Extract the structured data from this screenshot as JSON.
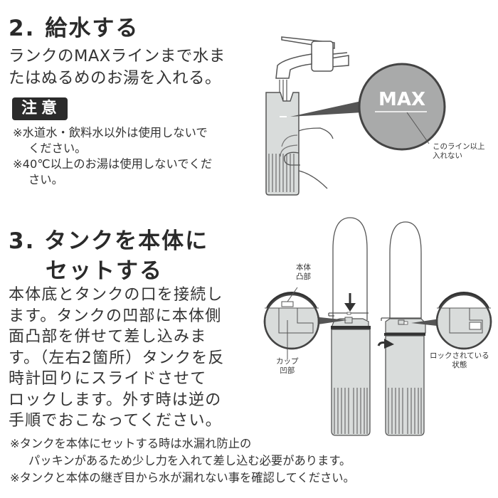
{
  "section2": {
    "number": "2.",
    "title": "給水する",
    "lead_lines": [
      "ランクのMAXラインまで水ま",
      "たはぬるめのお湯を入れる。"
    ],
    "caution_badge": "注意",
    "notes": [
      {
        "line1": "※水道水・飲料水以外は使用しないで",
        "line2": "ください。"
      },
      {
        "line1": "※40℃以上のお湯は使用しないでくだ",
        "line2": "さい。"
      }
    ],
    "illustration": {
      "max_label": "MAX",
      "max_callout_lines": [
        "このライン以上",
        "入れない"
      ]
    }
  },
  "section3": {
    "number": "3.",
    "title_line1": "タンクを本体に",
    "title_line2": "セットする",
    "body_lines": [
      "本体底とタンクの口を接続し",
      "ます。タンクの凹部に本体側",
      "面凸部を併せて差し込みま",
      "す。（左右2箇所）タンクを反",
      "時計回りにスライドさせて",
      "ロックします。外す時は逆の",
      "手順でおこなってください。"
    ],
    "illustration": {
      "callout_body_convex_lines": [
        "本体",
        "凸部"
      ],
      "callout_cup_concave_lines": [
        "カップ",
        "凹部"
      ],
      "callout_locked_lines": [
        "ロックされている",
        "状態"
      ]
    }
  },
  "footnotes": [
    {
      "line1": "※タンクを本体にセットする時は水漏れ防止の",
      "line2": "パッキンがあるため少し力を入れて差し込む必要があります。"
    },
    {
      "line1": "※タンクと本体の継ぎ目から水が漏れない事を確認してください。"
    }
  ],
  "colors": {
    "text": "#2b2b2b",
    "badge_bg": "#2b2b2b",
    "tank_gray": "#d9dcdb",
    "magnifier_gray": "#a9aaaa",
    "outline": "#555555"
  }
}
